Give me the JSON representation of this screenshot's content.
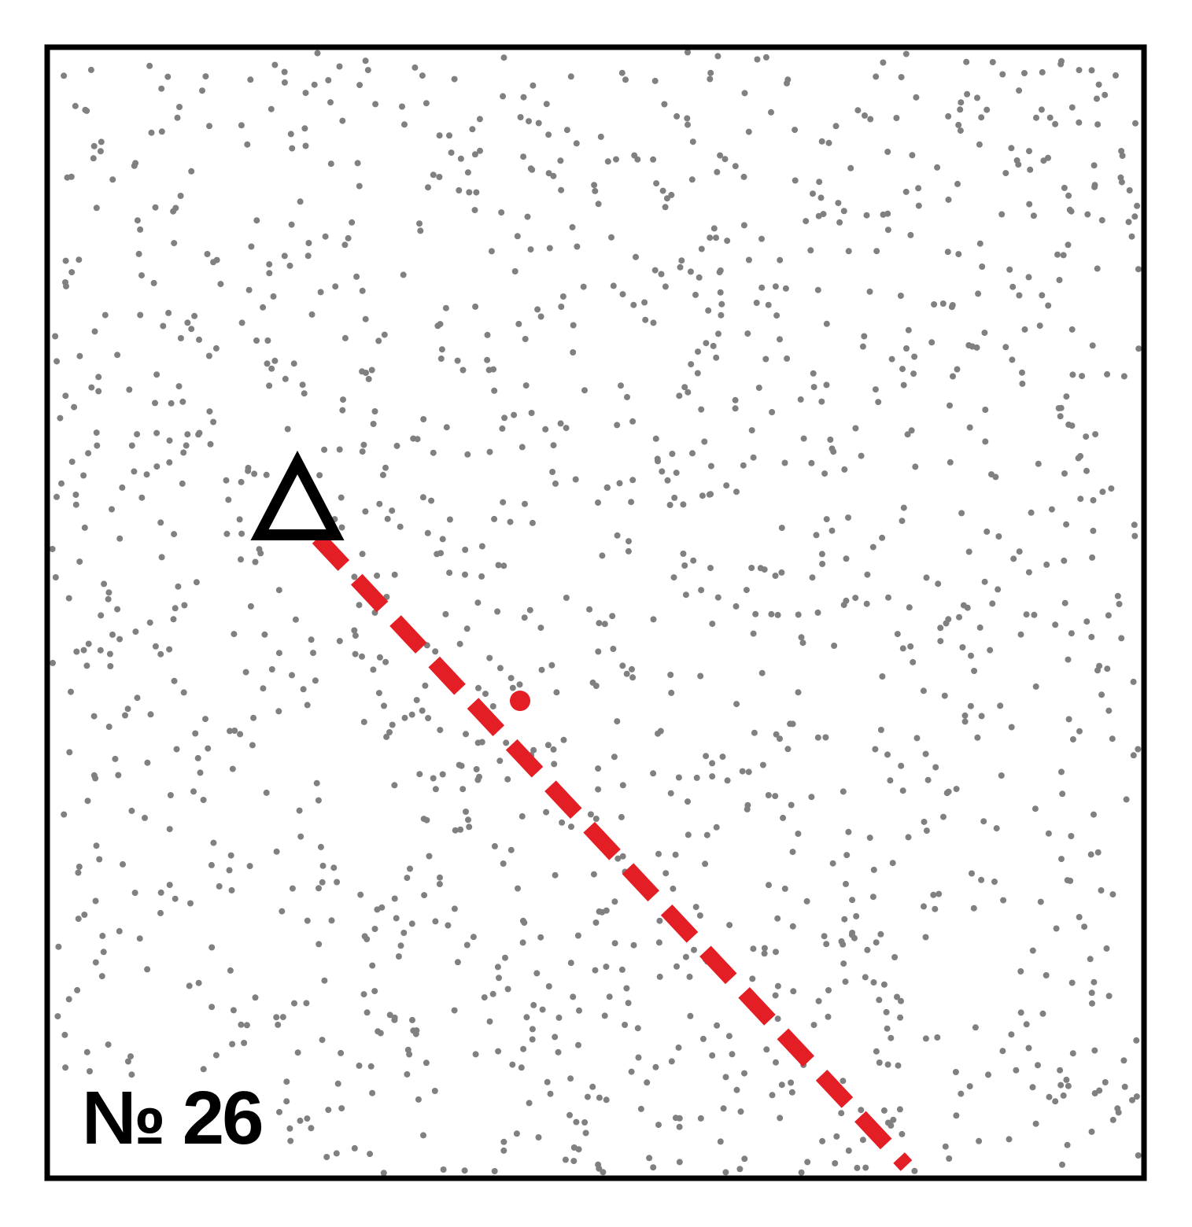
{
  "puzzle": {
    "label": "№ 26"
  },
  "colors": {
    "frame": "#000000",
    "dots": "#808080",
    "path": "#e31e24",
    "marker_fill": "#ffffff",
    "marker_stroke": "#000000"
  },
  "elements": {
    "start_marker": "triangle-outline",
    "target_point": "red-dot",
    "trajectory": "red-dashed-line",
    "background": "scattered-gray-dots"
  }
}
